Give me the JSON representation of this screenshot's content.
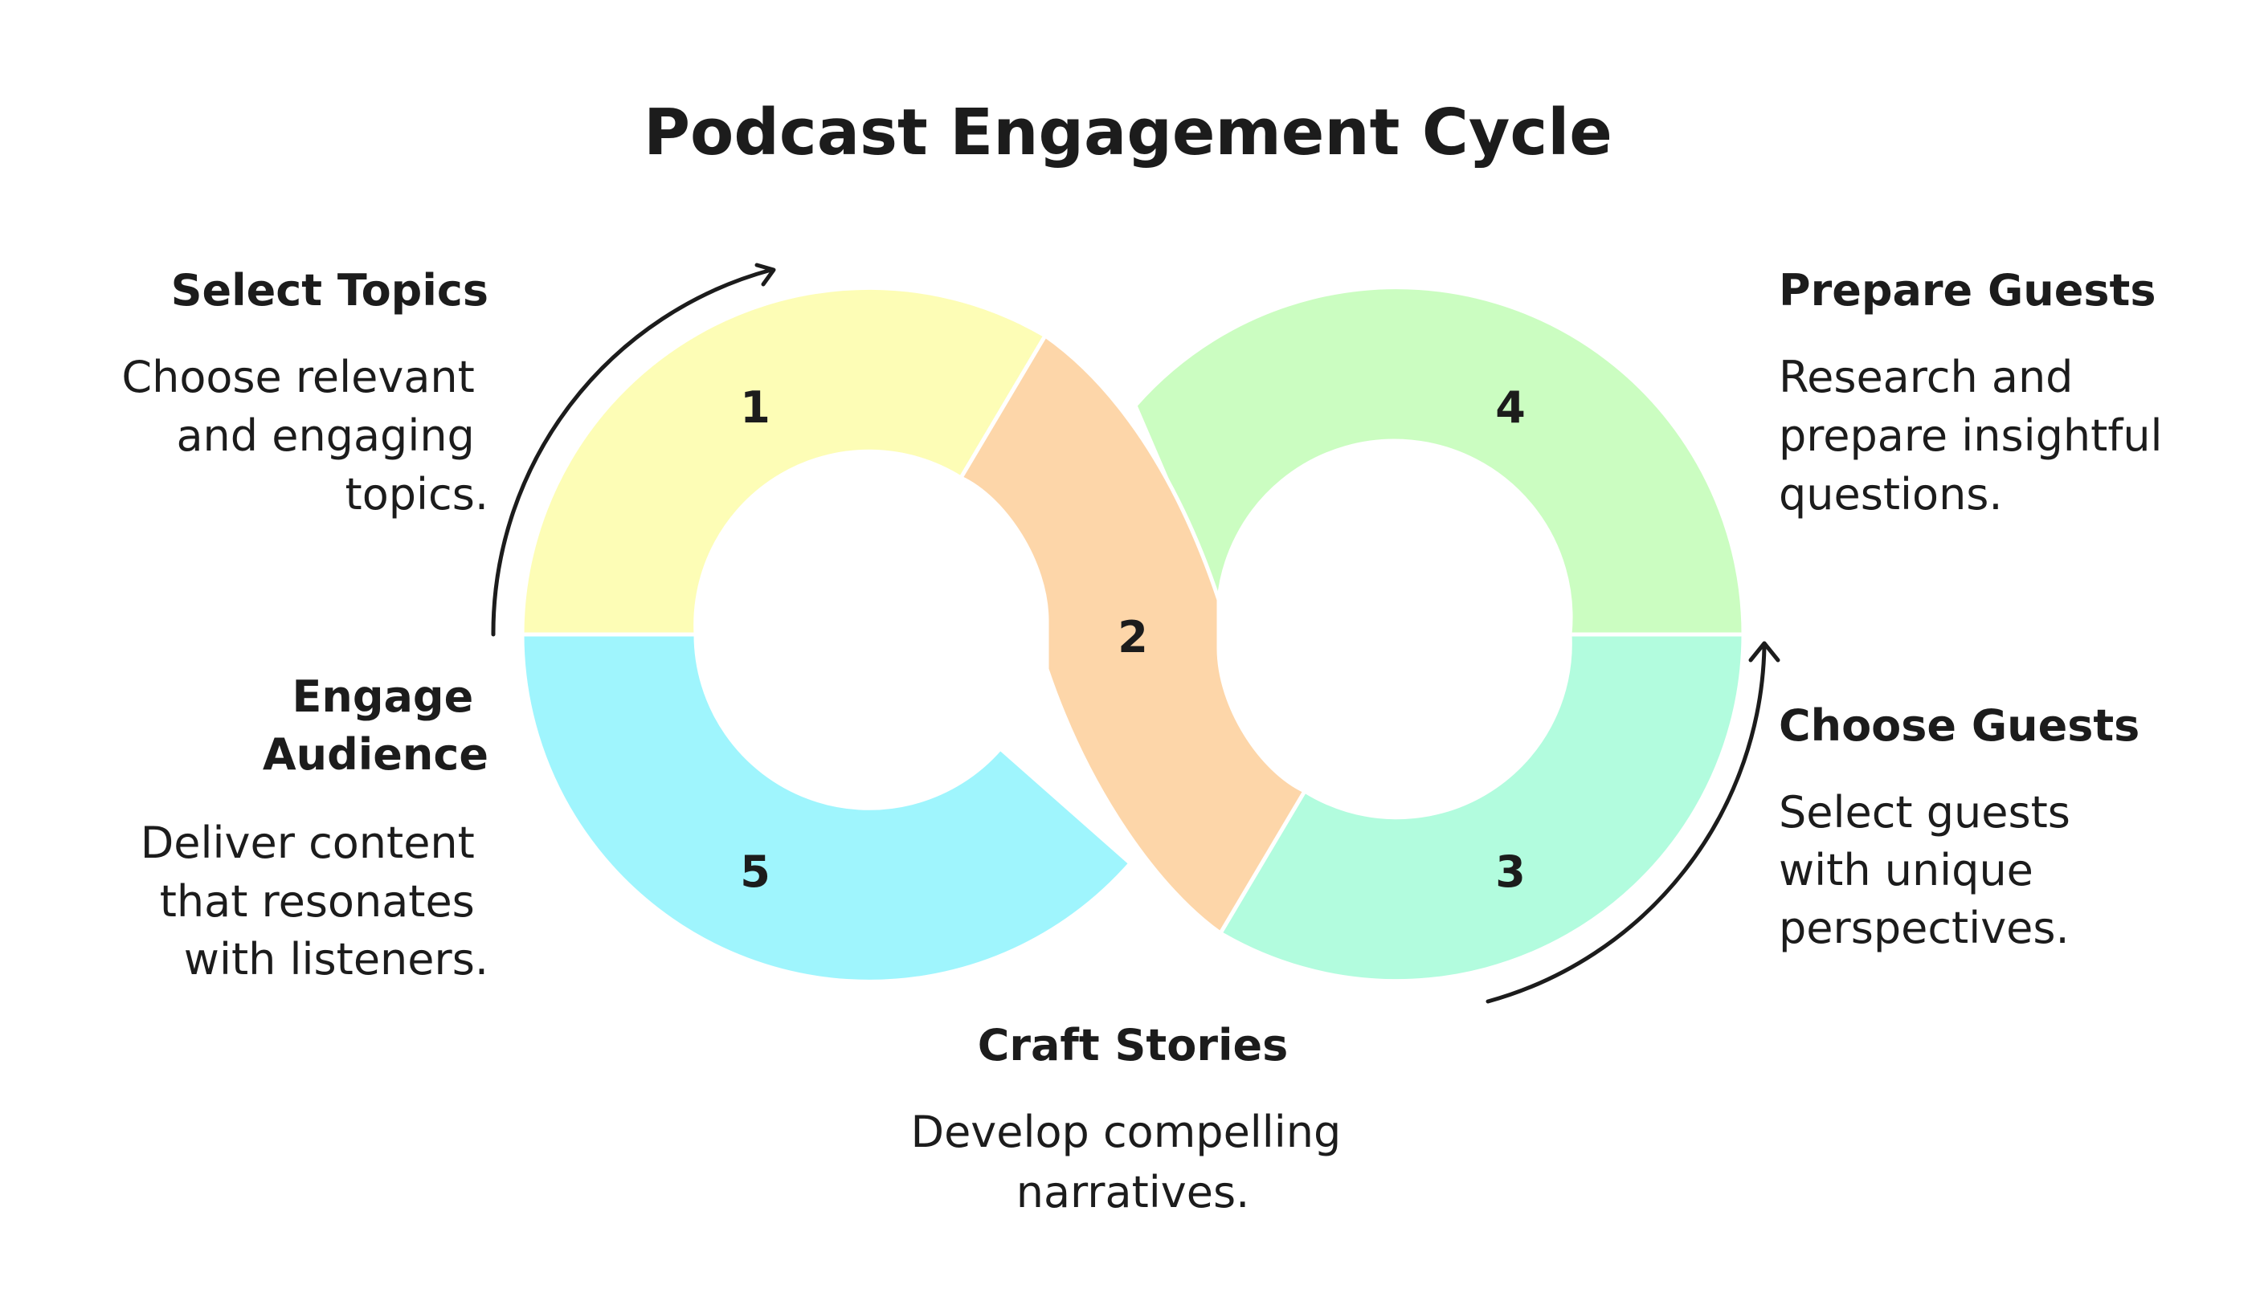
{
  "title": "Podcast Engagement Cycle",
  "colors": {
    "step1": "#fdfdb6",
    "step2": "#fdd6a9",
    "step3": "#b2fcde",
    "step4": "#cbfdc1",
    "step5": "#9ff5fd",
    "text": "#1c1c1c",
    "background": "#ffffff"
  },
  "steps": [
    {
      "number": "1",
      "title": "Select Topics",
      "description": [
        "Choose relevant",
        "and engaging",
        "topics."
      ]
    },
    {
      "number": "2",
      "title": "Craft Stories",
      "description": [
        "Develop compelling",
        "narratives."
      ]
    },
    {
      "number": "3",
      "title": "Choose Guests",
      "description": [
        "Select guests",
        "with unique",
        "perspectives."
      ]
    },
    {
      "number": "4",
      "title": "Prepare Guests",
      "description": [
        "Research and",
        "prepare insightful",
        "questions."
      ]
    },
    {
      "number": "5",
      "title": [
        "Engage",
        "Audience"
      ],
      "description": [
        "Deliver content",
        "that resonates",
        "with listeners."
      ]
    }
  ]
}
